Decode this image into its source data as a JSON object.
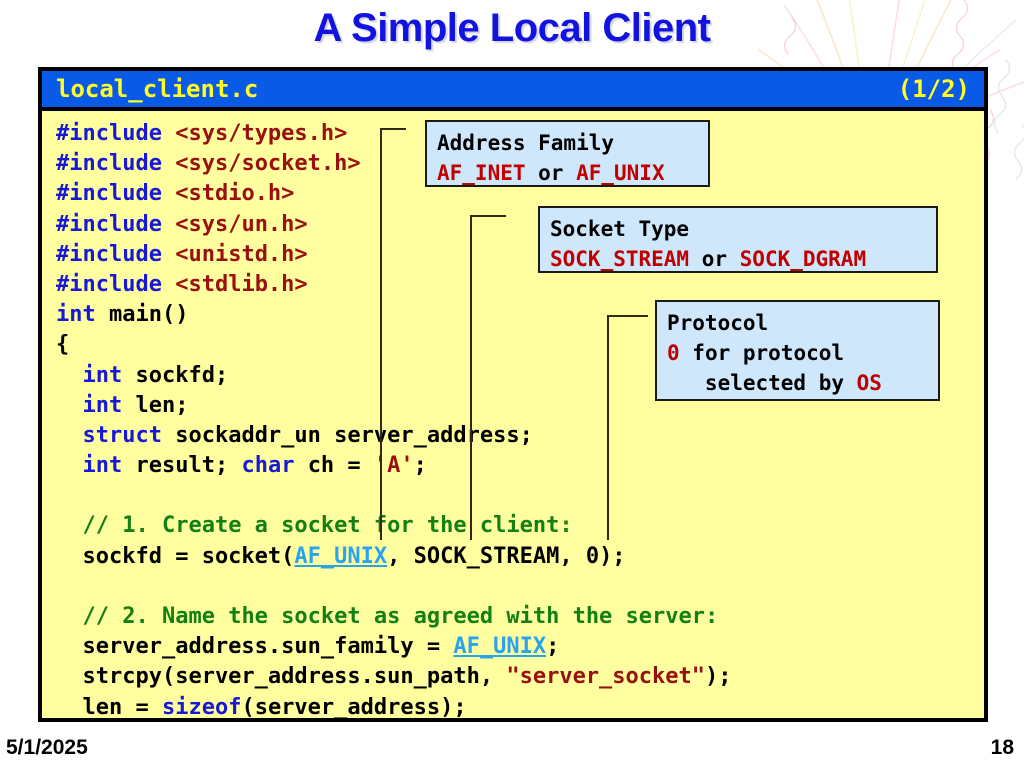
{
  "slide": {
    "title": "A Simple Local Client",
    "footer_date": "5/1/2025",
    "footer_page": "18",
    "decoration": "firework-burst-graphic"
  },
  "code_panel": {
    "header": {
      "filename": "local_client.c",
      "part": "(1/2)",
      "bg_color": "#0a5ae8",
      "text_color": "#ffff22"
    },
    "bg_color": "#ffffa0",
    "lines": [
      {
        "id": "l1",
        "tokens": [
          {
            "t": "#include ",
            "c": "kw"
          },
          {
            "t": "<sys/types.h>",
            "c": "hdrf"
          }
        ]
      },
      {
        "id": "l2",
        "tokens": [
          {
            "t": "#include ",
            "c": "kw"
          },
          {
            "t": "<sys/socket.h>",
            "c": "hdrf"
          }
        ]
      },
      {
        "id": "l3",
        "tokens": [
          {
            "t": "#include ",
            "c": "kw"
          },
          {
            "t": "<stdio.h>",
            "c": "hdrf"
          }
        ]
      },
      {
        "id": "l4",
        "tokens": [
          {
            "t": "#include ",
            "c": "kw"
          },
          {
            "t": "<sys/un.h>",
            "c": "hdrf"
          }
        ]
      },
      {
        "id": "l5",
        "tokens": [
          {
            "t": "#include ",
            "c": "kw"
          },
          {
            "t": "<unistd.h>",
            "c": "hdrf"
          }
        ]
      },
      {
        "id": "l6",
        "tokens": [
          {
            "t": "#include ",
            "c": "kw"
          },
          {
            "t": "<stdlib.h>",
            "c": "hdrf"
          }
        ]
      },
      {
        "id": "l7",
        "tokens": [
          {
            "t": "int ",
            "c": "kw"
          },
          {
            "t": "main()",
            "c": "plain"
          }
        ]
      },
      {
        "id": "l8",
        "tokens": [
          {
            "t": "{",
            "c": "plain"
          }
        ]
      },
      {
        "id": "l9",
        "tokens": [
          {
            "t": "  ",
            "c": "plain"
          },
          {
            "t": "int ",
            "c": "kw"
          },
          {
            "t": "sockfd;",
            "c": "plain"
          }
        ]
      },
      {
        "id": "l10",
        "tokens": [
          {
            "t": "  ",
            "c": "plain"
          },
          {
            "t": "int ",
            "c": "kw"
          },
          {
            "t": "len;",
            "c": "plain"
          }
        ]
      },
      {
        "id": "l11",
        "tokens": [
          {
            "t": "  ",
            "c": "plain"
          },
          {
            "t": "struct ",
            "c": "kw"
          },
          {
            "t": "sockaddr_un server_address;",
            "c": "plain"
          }
        ]
      },
      {
        "id": "l12",
        "tokens": [
          {
            "t": "  ",
            "c": "plain"
          },
          {
            "t": "int ",
            "c": "kw"
          },
          {
            "t": "result; ",
            "c": "plain"
          },
          {
            "t": "char ",
            "c": "kw"
          },
          {
            "t": "ch = ",
            "c": "plain"
          },
          {
            "t": "'A'",
            "c": "str"
          },
          {
            "t": ";",
            "c": "plain"
          }
        ]
      },
      {
        "id": "l13",
        "tokens": [
          {
            "t": " ",
            "c": "plain"
          }
        ]
      },
      {
        "id": "l14",
        "tokens": [
          {
            "t": "  ",
            "c": "plain"
          },
          {
            "t": "// 1. Create a socket for the client:",
            "c": "cmt"
          }
        ]
      },
      {
        "id": "l15",
        "tokens": [
          {
            "t": "  sockfd = socket(",
            "c": "plain"
          },
          {
            "t": "AF_UNIX",
            "c": "mac"
          },
          {
            "t": ", SOCK_STREAM, 0);",
            "c": "plain"
          }
        ]
      },
      {
        "id": "l16",
        "tokens": [
          {
            "t": " ",
            "c": "plain"
          }
        ]
      },
      {
        "id": "l17",
        "tokens": [
          {
            "t": "  ",
            "c": "plain"
          },
          {
            "t": "// 2. Name the socket as agreed with the server:",
            "c": "cmt"
          }
        ]
      },
      {
        "id": "l18",
        "tokens": [
          {
            "t": "  server_address.sun_family = ",
            "c": "plain"
          },
          {
            "t": "AF_UNIX",
            "c": "mac"
          },
          {
            "t": ";",
            "c": "plain"
          }
        ]
      },
      {
        "id": "l19",
        "tokens": [
          {
            "t": "  strcpy(server_address.sun_path, ",
            "c": "plain"
          },
          {
            "t": "\"server_socket\"",
            "c": "str"
          },
          {
            "t": ");",
            "c": "plain"
          }
        ]
      },
      {
        "id": "l20",
        "tokens": [
          {
            "t": "  len = ",
            "c": "plain"
          },
          {
            "t": "sizeof",
            "c": "kw"
          },
          {
            "t": "(server_address);",
            "c": "plain"
          }
        ]
      }
    ]
  },
  "callouts": [
    {
      "id": "address-family",
      "title": "Address Family",
      "lines": [
        [
          {
            "t": "Address Family",
            "c": "blk"
          }
        ],
        [
          {
            "t": "AF_INET",
            "c": "red"
          },
          {
            "t": " or ",
            "c": "blk"
          },
          {
            "t": "AF_UNIX",
            "c": "red"
          }
        ]
      ]
    },
    {
      "id": "socket-type",
      "title": "Socket Type",
      "lines": [
        [
          {
            "t": "Socket Type",
            "c": "blk"
          }
        ],
        [
          {
            "t": "SOCK_STREAM",
            "c": "red"
          },
          {
            "t": " or ",
            "c": "blk"
          },
          {
            "t": "SOCK_DGRAM",
            "c": "red"
          }
        ]
      ]
    },
    {
      "id": "protocol",
      "title": "Protocol",
      "lines": [
        [
          {
            "t": "Protocol",
            "c": "blk"
          }
        ],
        [
          {
            "t": "0",
            "c": "red"
          },
          {
            "t": " for protocol",
            "c": "blk"
          }
        ],
        [
          {
            "t": "   selected by ",
            "c": "blk"
          },
          {
            "t": "OS",
            "c": "red"
          }
        ]
      ]
    }
  ],
  "colors": {
    "title": "#1313e0",
    "header_bar": "#0a5ae8",
    "header_text": "#ffff22",
    "code_bg": "#ffffa0",
    "callout_bg": "#cfe7fa",
    "keyword": "#1818d8",
    "header_file": "#9a1010",
    "comment": "#138013",
    "string": "#9a1010",
    "macro_highlight": "#2aa3ef",
    "callout_red": "#c00000"
  }
}
